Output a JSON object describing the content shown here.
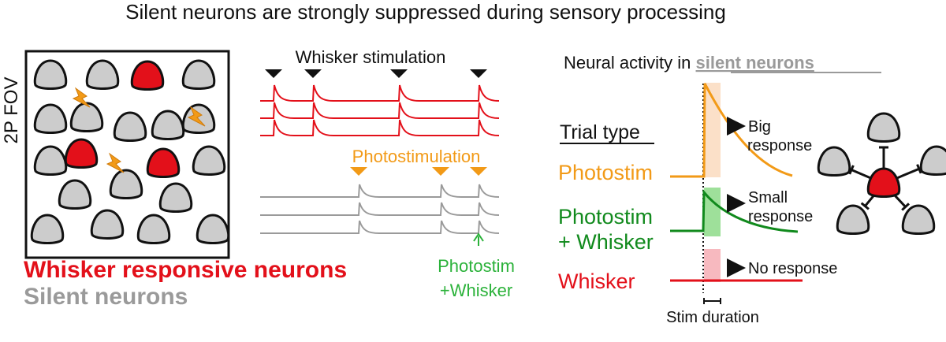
{
  "title": "Silent neurons are strongly suppressed during sensory processing",
  "fov": {
    "label": "2P FOV",
    "legend_responsive": "Whisker responsive neurons",
    "legend_silent": "Silent neurons"
  },
  "traces": {
    "whisker_label": "Whisker stimulation",
    "photo_label": "Photostimulation",
    "combo_label_line1": "Photostim",
    "combo_label_line2": "+Whisker"
  },
  "activity": {
    "heading_prefix": "Neural activity in ",
    "heading_highlight": "silent neurons",
    "trial_type_heading": "Trial type",
    "trial_photostim": "Photostim",
    "trial_combo_line1": "Photostim",
    "trial_combo_line2": "+ Whisker",
    "trial_whisker": "Whisker",
    "big_line1": "Big",
    "big_line2": "response",
    "small_line1": "Small",
    "small_line2": "response",
    "none": "No response",
    "stim_duration": "Stim duration"
  },
  "colors": {
    "red": "#e3101a",
    "gray": "#9a9a9a",
    "orange": "#f29a17",
    "green": "#118a1d",
    "black": "#111111"
  }
}
